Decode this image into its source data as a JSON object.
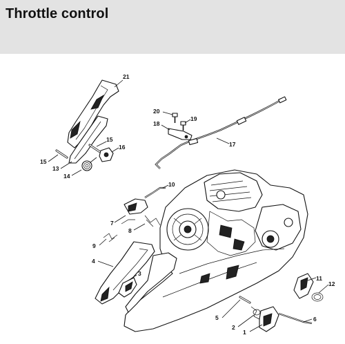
{
  "title": "Throttle control",
  "callouts": [
    "21",
    "20",
    "19",
    "18",
    "17",
    "15",
    "16",
    "15",
    "13",
    "14",
    "10",
    "7",
    "8",
    "9",
    "4",
    "3",
    "11",
    "12",
    "5",
    "2",
    "1",
    "6"
  ]
}
